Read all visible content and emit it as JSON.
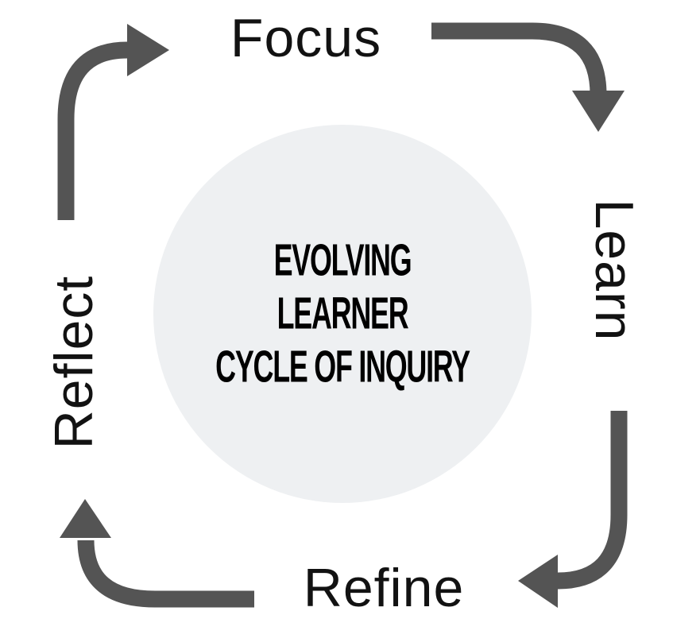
{
  "diagram": {
    "title_lines": [
      "EVOLVING",
      "LEARNER",
      "CYCLE OF INQUIRY"
    ],
    "stages": [
      {
        "label": "Focus",
        "position": "top"
      },
      {
        "label": "Learn",
        "position": "right"
      },
      {
        "label": "Refine",
        "position": "bottom"
      },
      {
        "label": "Reflect",
        "position": "left"
      }
    ],
    "colors": {
      "arrow": "#545454",
      "circle_fill": "#eef0f2",
      "label_text": "#121212",
      "center_text": "#000000"
    }
  }
}
